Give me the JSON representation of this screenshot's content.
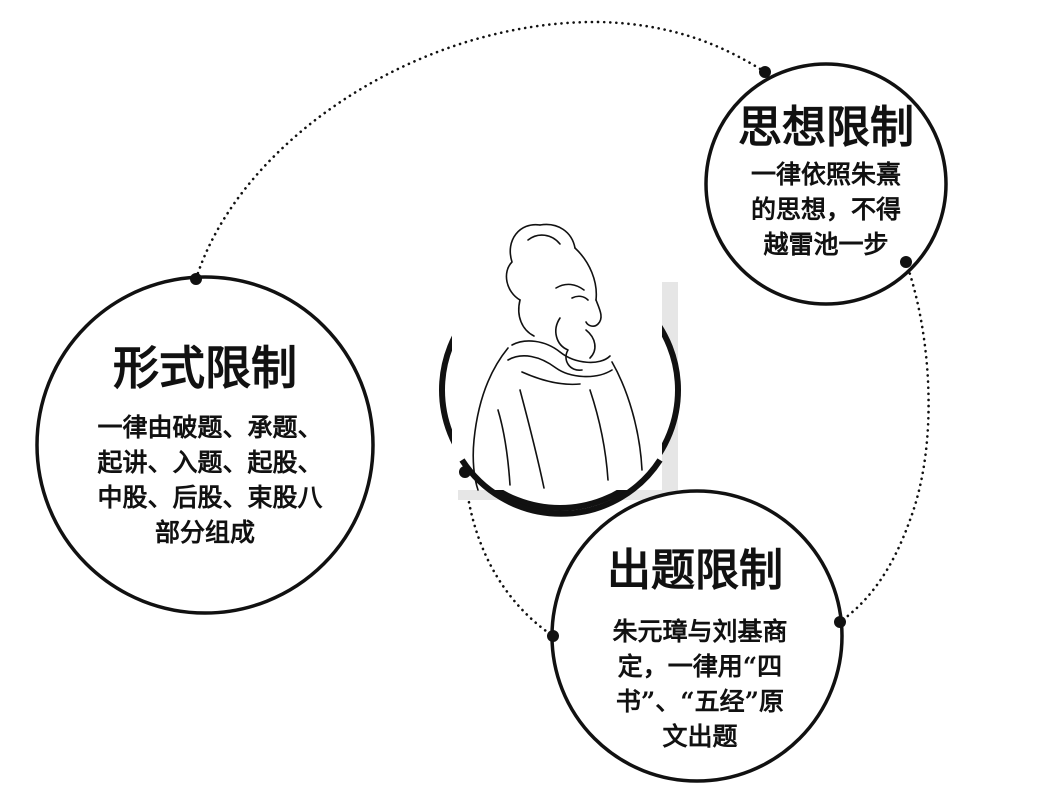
{
  "colors": {
    "ink": "#111111",
    "background": "#ffffff",
    "portrait_shadow": "#e6e6e6"
  },
  "center": {
    "portrait_icon": "scholar-portrait-icon"
  },
  "nodes": {
    "thought": {
      "title": "思想限制",
      "lines": [
        "一律依照朱熹",
        "的思想，不得",
        "越雷池一步"
      ]
    },
    "form": {
      "title": "形式限制",
      "lines": [
        "一律由破题、承题、",
        "起讲、入题、起股、",
        "中股、后股、束股八",
        "部分组成"
      ]
    },
    "topic": {
      "title": "出题限制",
      "lines": [
        "朱元璋与刘基商",
        "定，一律用“四",
        "书”、“五经”原",
        "文出题"
      ]
    }
  }
}
